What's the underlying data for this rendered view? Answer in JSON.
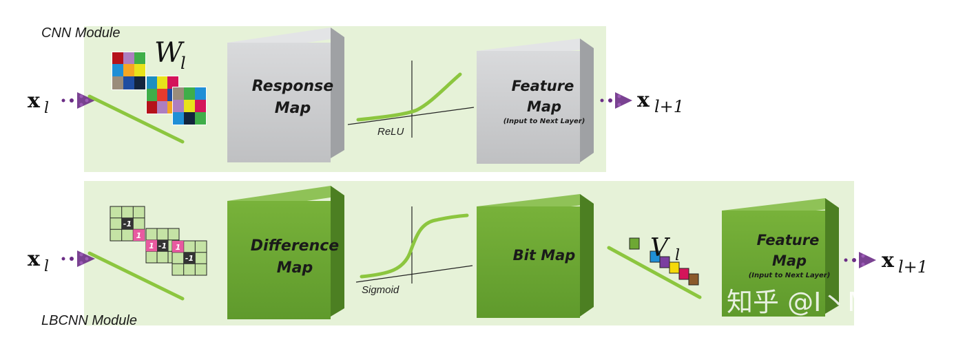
{
  "cnn": {
    "module_label": "CNN Module",
    "input_var": "x",
    "input_sub": "l",
    "weights_var": "W",
    "weights_sub": "l",
    "response_map": [
      "Response",
      "Map"
    ],
    "activation": "ReLU",
    "feature_map": [
      "Feature",
      "Map"
    ],
    "feature_map_note": "(Input to Next Layer)",
    "output_var": "x",
    "output_sub": "l+1"
  },
  "lbcnn": {
    "module_label": "LBCNN Module",
    "input_var": "x",
    "input_sub": "l",
    "anchor_values": {
      "a": "-1",
      "b": "1",
      "c": "1",
      "d": "-1",
      "e": "1",
      "f": "-1"
    },
    "difference_map": [
      "Difference",
      "Map"
    ],
    "activation": "Sigmoid",
    "bit_map": "Bit Map",
    "weights_var": "V",
    "weights_sub": "l",
    "feature_map": [
      "Feature",
      "Map"
    ],
    "feature_map_note": "(Input to Next Layer)",
    "output_var": "x",
    "output_sub": "l+1"
  },
  "watermark": "知乎 @I丶M灬Me",
  "colors": {
    "panel_bg": "#e6f2d8",
    "gray_box": "#c7c8ca",
    "green_box": "#6ea834",
    "curve": "#8cc63f",
    "arrow": "#6b2d86"
  }
}
